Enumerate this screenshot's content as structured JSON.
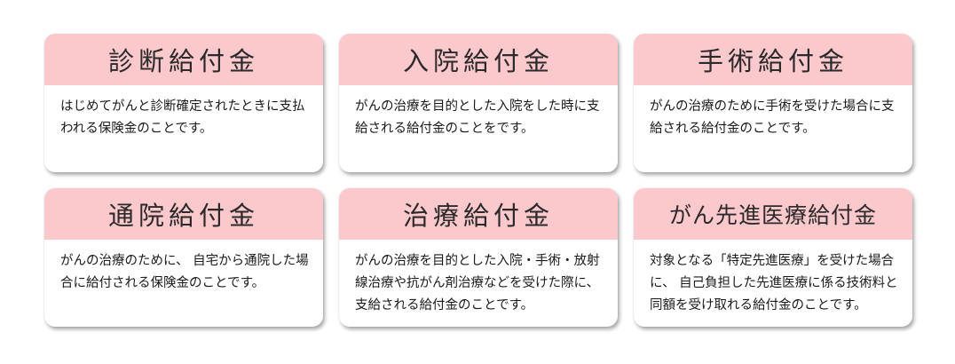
{
  "cards": [
    {
      "title": "診断給付金",
      "body": "はじめてがんと診断確定されたときに支払われる保険金のことです。"
    },
    {
      "title": "入院給付金",
      "body": "がんの治療を目的とした入院をした時に支給される給付金のことをです。"
    },
    {
      "title": "手術給付金",
      "body": "がんの治療のために手術を受けた場合に支給される給付金のことです。"
    },
    {
      "title": "通院給付金",
      "body": "がんの治療のために、 自宅から通院した場合に給付される保険金のことです。"
    },
    {
      "title": "治療給付金",
      "body": "がんの治療を目的とした入院・手術・放射線治療や抗がん剤治療などを受けた際に、 支給される給付金のことです。"
    },
    {
      "title": "がん先進医療給付金",
      "body": "対象となる「特定先進医療」を受けた場合に、 自己負担した先進医療に係る技術料と同額を受け取れる給付金のことです。"
    }
  ]
}
